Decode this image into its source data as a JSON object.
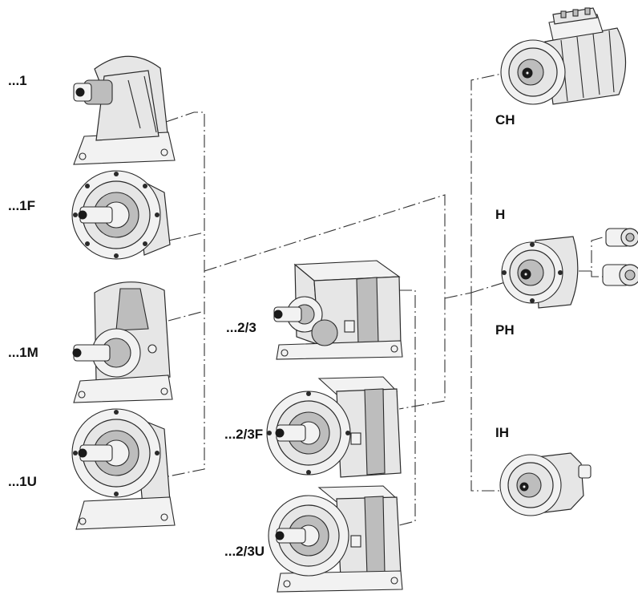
{
  "labels": {
    "l1": "...1",
    "l1f": "...1F",
    "l1m": "...1M",
    "l1u": "...1U",
    "l23": "...2/3",
    "l23f": "...2/3F",
    "l23u": "...2/3U",
    "ch": "CH",
    "h": "H",
    "ph": "PH",
    "ih": "IH"
  },
  "icons": {
    "g1": "foot-mounted-gearbox-icon",
    "g1f": "flange-mounted-gearbox-icon",
    "g1m": "face-mounted-gearbox-icon",
    "g1u": "universal-gearbox-icon",
    "g23": "two-three-stage-foot-gearbox-icon",
    "g23f": "two-three-stage-flange-gearbox-icon",
    "g23u": "two-three-stage-universal-gearbox-icon",
    "motor": "electric-motor-icon",
    "adapter": "motor-adapter-flange-icon",
    "couplings": "coupling-icon",
    "ih": "input-shaft-icon"
  }
}
